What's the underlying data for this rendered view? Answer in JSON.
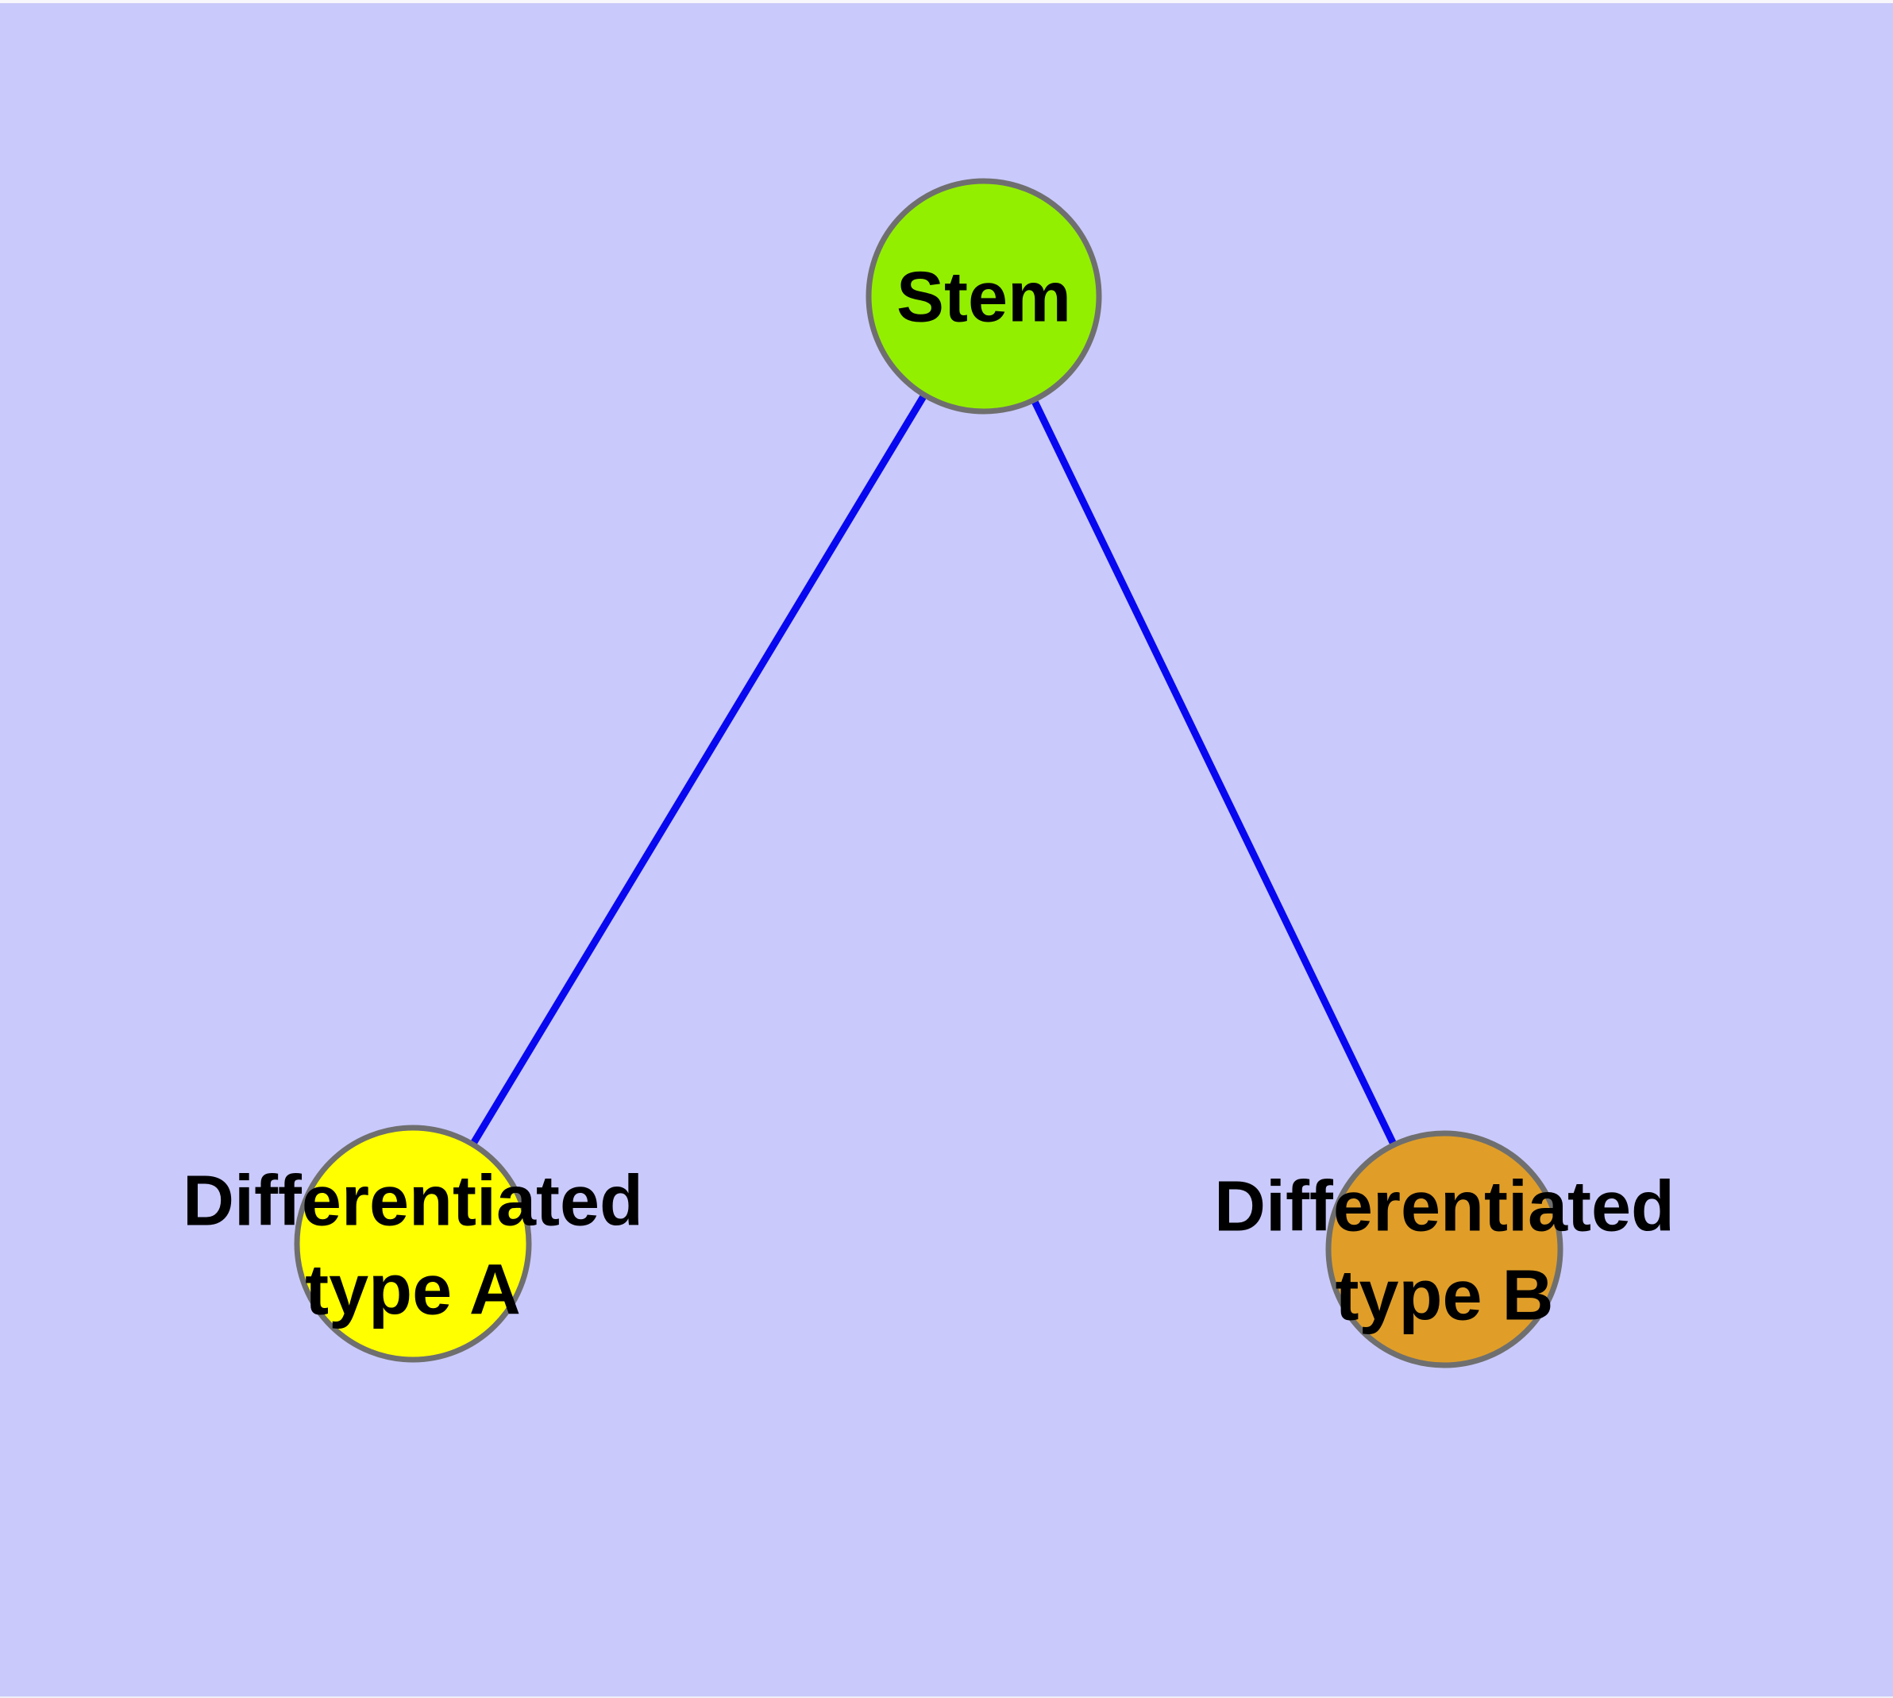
{
  "diagram": {
    "type": "graph",
    "background_color": "#C9C9FB",
    "edge_color": "#0808F0",
    "node_border_color": "#6F6F6F",
    "label_color": "#000000",
    "nodes": [
      {
        "id": "stem",
        "label": "Stem",
        "fill": "#93EF00"
      },
      {
        "id": "differentiated-type-a",
        "label": "Differentiated type A",
        "label_line1": "Differentiated",
        "label_line2": "type A",
        "fill": "#FFFF00"
      },
      {
        "id": "differentiated-type-b",
        "label": "Differentiated type B",
        "label_line1": "Differentiated",
        "label_line2": "type B",
        "fill": "#E09E28"
      }
    ],
    "edges": [
      {
        "from": "Stem",
        "to": "Differentiated type A"
      },
      {
        "from": "Stem",
        "to": "Differentiated type B"
      }
    ]
  }
}
